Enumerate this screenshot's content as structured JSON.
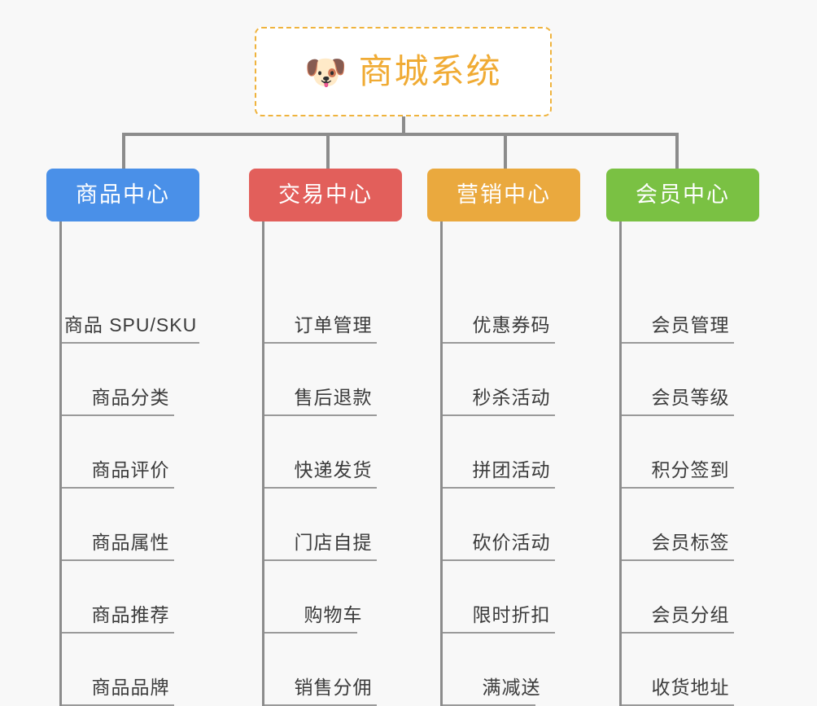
{
  "root": {
    "icon": "shiba-dog-face-emoji",
    "icon_glyph": "🐶",
    "title": "商城系统",
    "title_color": "#f0ab34",
    "border_color": "#efb33d",
    "background": "#ffffff"
  },
  "canvas": {
    "background": "#f8f8f8",
    "connector_color": "#8c8c8c"
  },
  "columns": [
    {
      "id": "product-center",
      "label": "商品中心",
      "color": "#4a90e8",
      "items": [
        "商品 SPU/SKU",
        "商品分类",
        "商品评价",
        "商品属性",
        "商品推荐",
        "商品品牌"
      ]
    },
    {
      "id": "trade-center",
      "label": "交易中心",
      "color": "#e25f5b",
      "items": [
        "订单管理",
        "售后退款",
        "快递发货",
        "门店自提",
        "购物车",
        "销售分佣"
      ]
    },
    {
      "id": "marketing-center",
      "label": "营销中心",
      "color": "#eaa93e",
      "items": [
        "优惠券码",
        "秒杀活动",
        "拼团活动",
        "砍价活动",
        "限时折扣",
        "满减送"
      ]
    },
    {
      "id": "member-center",
      "label": "会员中心",
      "color": "#7ac143",
      "items": [
        "会员管理",
        "会员等级",
        "积分签到",
        "会员标签",
        "会员分组",
        "收货地址"
      ]
    }
  ]
}
